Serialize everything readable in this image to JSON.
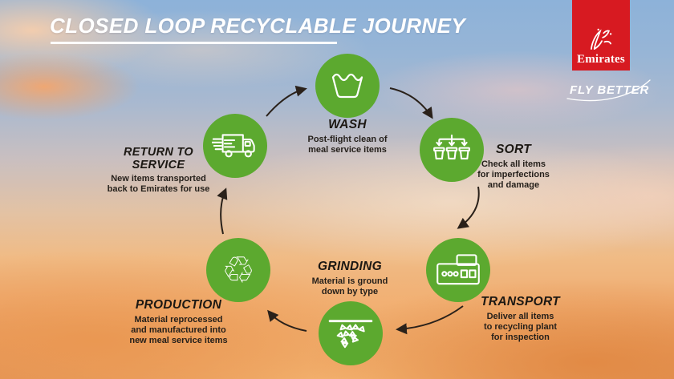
{
  "title": "CLOSED LOOP RECYCLABLE JOURNEY",
  "brand": {
    "logo_word": "Emirates",
    "tagline": "FLY BETTER"
  },
  "colors": {
    "circle_green": "#5ca92f",
    "brand_red": "#d71a21",
    "arrow_dark": "#2a211a",
    "text_dark": "#1c1813",
    "title_white": "#ffffff"
  },
  "steps": [
    {
      "id": "wash",
      "name": "WASH",
      "desc": "Post-flight clean of\nmeal service items",
      "icon": "wash-tub-icon"
    },
    {
      "id": "sort",
      "name": "SORT",
      "desc": "Check all items\nfor imperfections\nand damage",
      "icon": "sort-bins-icon"
    },
    {
      "id": "transport",
      "name": "TRANSPORT",
      "desc": "Deliver all items\nto recycling plant\nfor inspection",
      "icon": "recycling-plant-icon"
    },
    {
      "id": "grinding",
      "name": "GRINDING",
      "desc": "Material is ground\ndown by type",
      "icon": "ground-pellets-icon"
    },
    {
      "id": "production",
      "name": "PRODUCTION",
      "desc": "Material reprocessed\nand manufactured into\nnew meal service items",
      "icon": "recycle-arrows-icon"
    },
    {
      "id": "return",
      "name": "RETURN TO SERVICE",
      "desc": "New items transported\nback to Emirates for use",
      "icon": "delivery-truck-icon"
    }
  ],
  "recycle_glyph": "♲"
}
